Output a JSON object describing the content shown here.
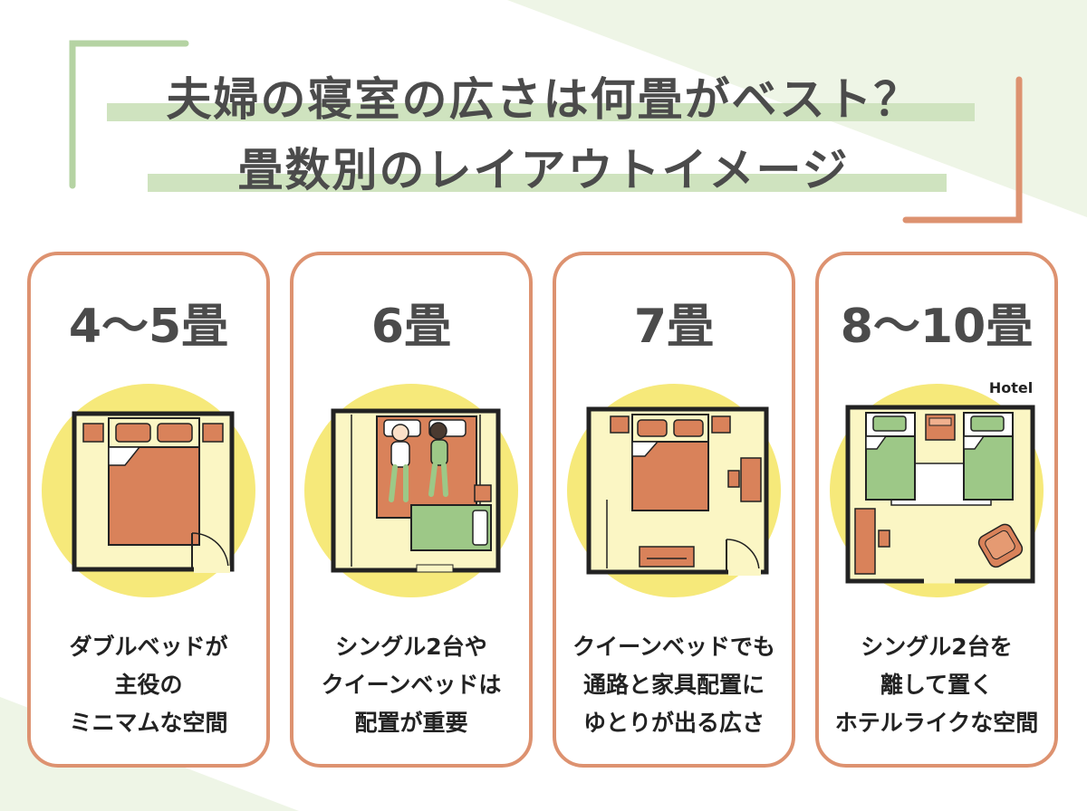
{
  "title": {
    "line1": "夫婦の寝室の広さは何畳がベスト？",
    "line2": "畳数別のレイアウトイメージ"
  },
  "colors": {
    "accent_orange": "#dd9270",
    "bed_orange": "#d9825a",
    "bed_green": "#9dc887",
    "circle_yellow": "#f6e97a",
    "room_floor": "#fbf6c4",
    "highlight_green": "#cfe3bf",
    "text_dark": "#4b4b4b"
  },
  "cards": [
    {
      "size_label": "4〜5畳",
      "plan_icon": "double-bed-floor-plan",
      "desc_lines": [
        "ダブルベッドが",
        "主役の",
        "ミニマムな空間"
      ]
    },
    {
      "size_label": "6畳",
      "plan_icon": "couple-on-bed-floor-plan",
      "desc_lines": [
        "シングル2台や",
        "クイーンベッドは",
        "配置が重要"
      ]
    },
    {
      "size_label": "7畳",
      "plan_icon": "queen-bed-with-desk-floor-plan",
      "desc_lines": [
        "クイーンベッドでも",
        "通路と家具配置に",
        "ゆとりが出る広さ"
      ]
    },
    {
      "size_label": "8〜10畳",
      "plan_icon": "twin-beds-hotel-floor-plan",
      "plan_tag": "Hotel",
      "desc_lines": [
        "シングル2台を",
        "離して置く",
        "ホテルライクな空間"
      ]
    }
  ]
}
